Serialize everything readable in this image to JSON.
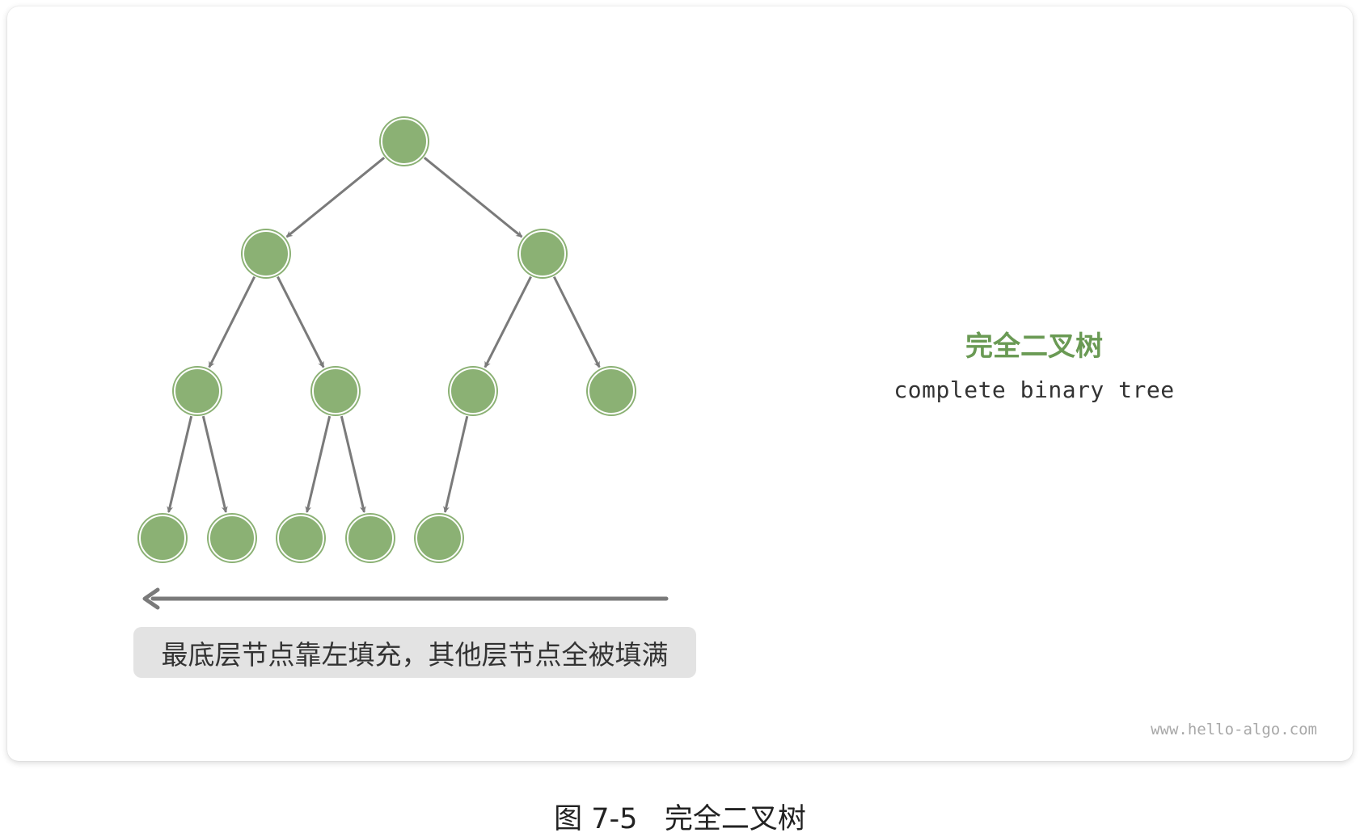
{
  "diagram": {
    "title_cn": "完全二叉树",
    "title_en": "complete binary tree",
    "note": "最底层节点靠左填充，其他层节点全被填满",
    "watermark": "www.hello-algo.com",
    "colors": {
      "node_fill": "#8bb174",
      "node_stroke": "#ffffff",
      "node_ring": "#8bb174",
      "edge": "#7a7a7a",
      "title_accent": "#6a9a54",
      "note_bg": "#e3e3e3"
    },
    "tree": {
      "levels": 4,
      "nodes_per_level": [
        1,
        2,
        4,
        5
      ],
      "edges": [
        [
          "root",
          "l1-0"
        ],
        [
          "root",
          "l1-1"
        ],
        [
          "l1-0",
          "l2-0"
        ],
        [
          "l1-0",
          "l2-1"
        ],
        [
          "l1-1",
          "l2-2"
        ],
        [
          "l1-1",
          "l2-3"
        ],
        [
          "l2-0",
          "l3-0"
        ],
        [
          "l2-0",
          "l3-1"
        ],
        [
          "l2-1",
          "l3-2"
        ],
        [
          "l2-1",
          "l3-3"
        ],
        [
          "l2-2",
          "l3-4"
        ]
      ]
    }
  },
  "figure": {
    "caption": "图 7-5   完全二叉树"
  }
}
